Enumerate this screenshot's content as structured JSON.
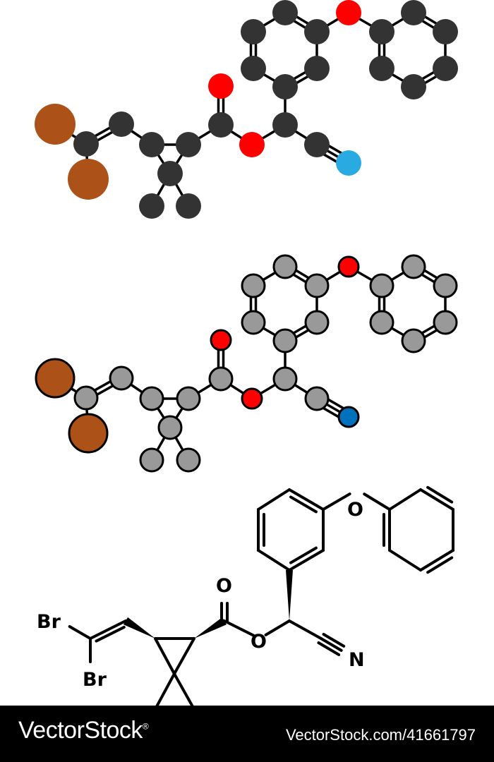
{
  "colors": {
    "background": "#ffffff",
    "footer": "#000000",
    "footer_text": "#ffffff",
    "spacefill_carbon": "#333333",
    "spacefill_oxygen": "#ff0000",
    "spacefill_nitrogen": "#29abe2",
    "spacefill_bromine": "#ac5219",
    "ballstick_carbon": "#999999",
    "ballstick_oxygen": "#ff0000",
    "ballstick_nitrogen": "#0071bc",
    "ballstick_bromine": "#ac5219",
    "skeletal_ink": "#000000"
  },
  "molecule_models": [
    "space-filling",
    "ball-and-stick",
    "skeletal-formula"
  ],
  "skeletal_labels": {
    "br_top": "Br",
    "br_bottom": "Br",
    "carbonyl_o": "O",
    "ester_o": "O",
    "ether_o": "O",
    "nitrile_n": "N"
  },
  "footer": {
    "brand": "VectorStock",
    "brand_mark": "®",
    "stock_id": "VectorStock.com/41661797"
  }
}
